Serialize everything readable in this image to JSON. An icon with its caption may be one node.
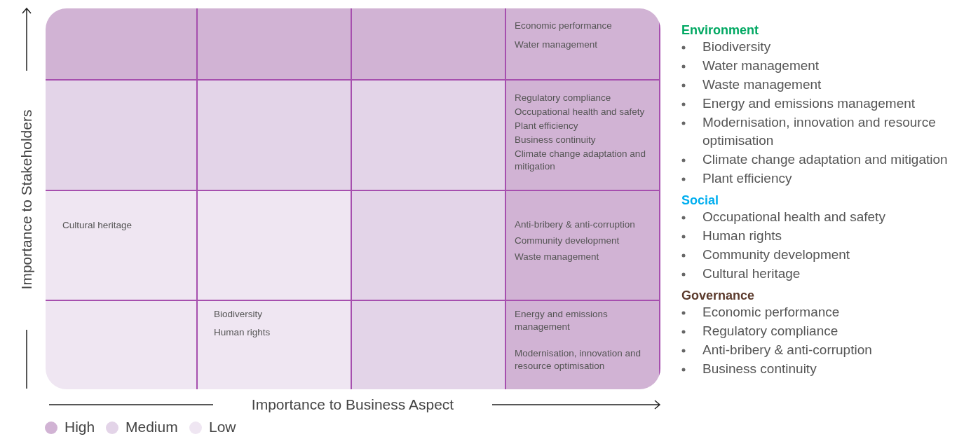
{
  "diagram": {
    "nodes": [
      {
        "text": [],
        "shape": "box"
      },
      {
        "text": [],
        "shape": "box"
      },
      {
        "text": [],
        "shape": "box"
      },
      {
        "text": [
          "Economic performance",
          "Water management"
        ]
      },
      {
        "text": [],
        "shape": "box"
      },
      {
        "text": [],
        "shape": "box"
      },
      {
        "text": [],
        "shape": "box"
      },
      {
        "text": [
          "Regulatory compliance",
          "Occupational health and safety",
          "Plant efficiency",
          "Business continuity",
          "Climate change adaptation and mitigation"
        ]
      },
      {
        "text": [
          "Cultural heritage"
        ]
      },
      {
        "text": [],
        "shape": "box"
      },
      {
        "text": [],
        "shape": "box"
      },
      {
        "text": [
          "Anti-bribery & anti-corruption",
          "Community development",
          "Waste management"
        ]
      },
      {
        "text": [],
        "shape": "box"
      },
      {
        "text": [
          "Biodiversity",
          "Human rights"
        ]
      },
      {
        "text": [],
        "shape": "box"
      },
      {
        "text": [
          "Energy and emissions management",
          "Modernisation, innovation and resource optimisation"
        ]
      }
    ],
    "edges": [],
    "labels": [
      "Importance to Stakeholders",
      "Importance to Business Aspect",
      "Environment",
      "Biodiversity",
      "Water management",
      "Waste management",
      "Energy and emissions management",
      "Modernisation, innovation and resource optimisation",
      "Climate change adaptation and mitigation",
      "Plant efficiency",
      "Social",
      "Occupational health and safety",
      "Human rights",
      "Community development",
      "Cultural heritage",
      "Governance",
      "Economic performance",
      "Regulatory compliance",
      "Anti-bribery & anti-corruption",
      "Business continuity"
    ],
    "legend": [
      {
        "text": "High",
        "color": "#d1b3d4"
      },
      {
        "text": "Medium",
        "color": "#e3d4e8"
      },
      {
        "text": "Low",
        "color": "#efe6f2"
      }
    ]
  }
}
